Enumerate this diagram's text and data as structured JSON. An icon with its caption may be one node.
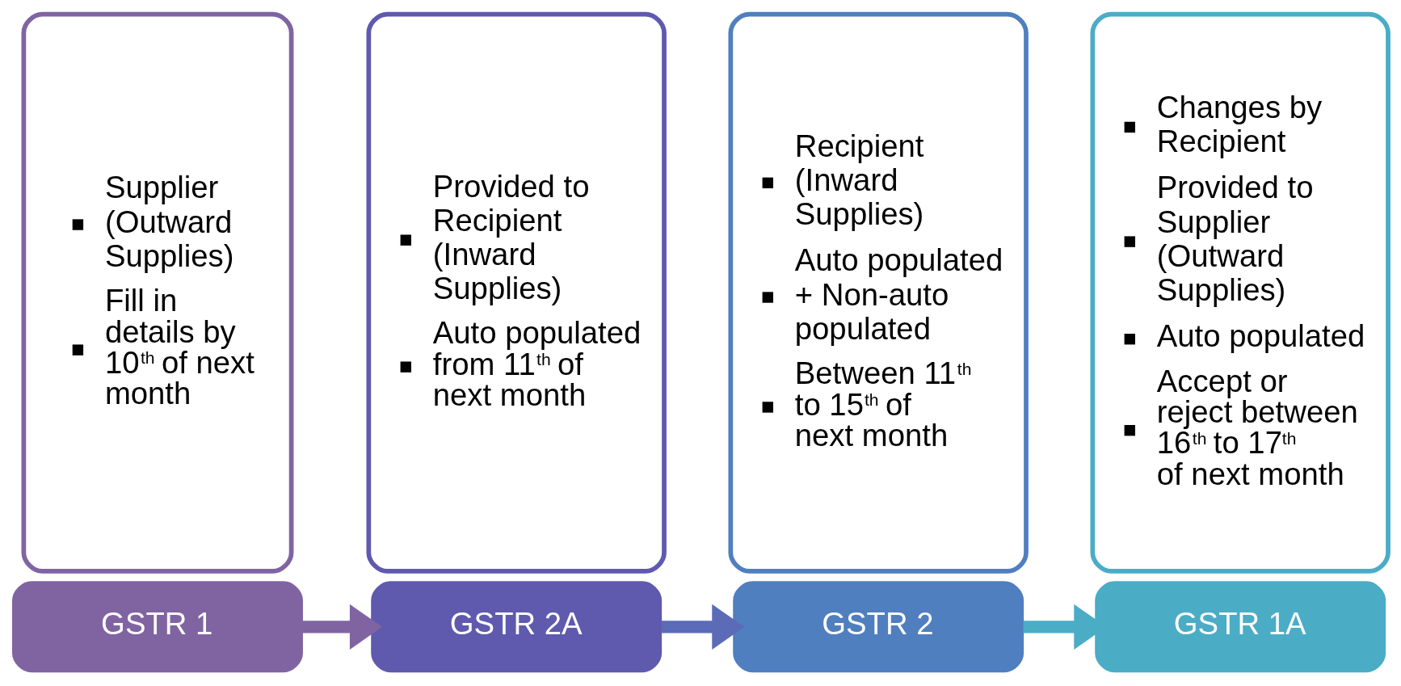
{
  "diagram": {
    "nodes": [
      {
        "text": [
          "GSTR 1"
        ]
      },
      {
        "text": [
          "Supplier (Outward Supplies)",
          "Fill in details by 10$^{th}$ of next month"
        ]
      },
      {
        "text": [
          "GSTR 2A"
        ]
      },
      {
        "text": [
          "Provided to Recipient (Inward Supplies)",
          "Auto populated from 11$^{th}$ of next month"
        ]
      },
      {
        "text": [
          "GSTR 2"
        ]
      },
      {
        "text": [
          "Recipient (Inward Supplies)",
          "Auto populated + Non-auto populated",
          "Between 11$^{th}$ to 15$^{th}$ of next month"
        ]
      },
      {
        "text": [
          "GSTR 1A"
        ]
      },
      {
        "text": [
          "Changes by Recipient",
          "Provided to Supplier (Outward Supplies)",
          "Auto populated",
          "Accept or reject between 16$^{th}$ to 17$^{th}$ of next month"
        ]
      }
    ],
    "edges": [
      {
        "from": 0,
        "to": 2,
        "arrow": "to",
        "color": "#8064a2"
      },
      {
        "from": 2,
        "to": 4,
        "arrow": "to",
        "color": "#5b6bb8"
      },
      {
        "from": 4,
        "to": 6,
        "arrow": "to",
        "color": "#4bacc6"
      }
    ]
  }
}
